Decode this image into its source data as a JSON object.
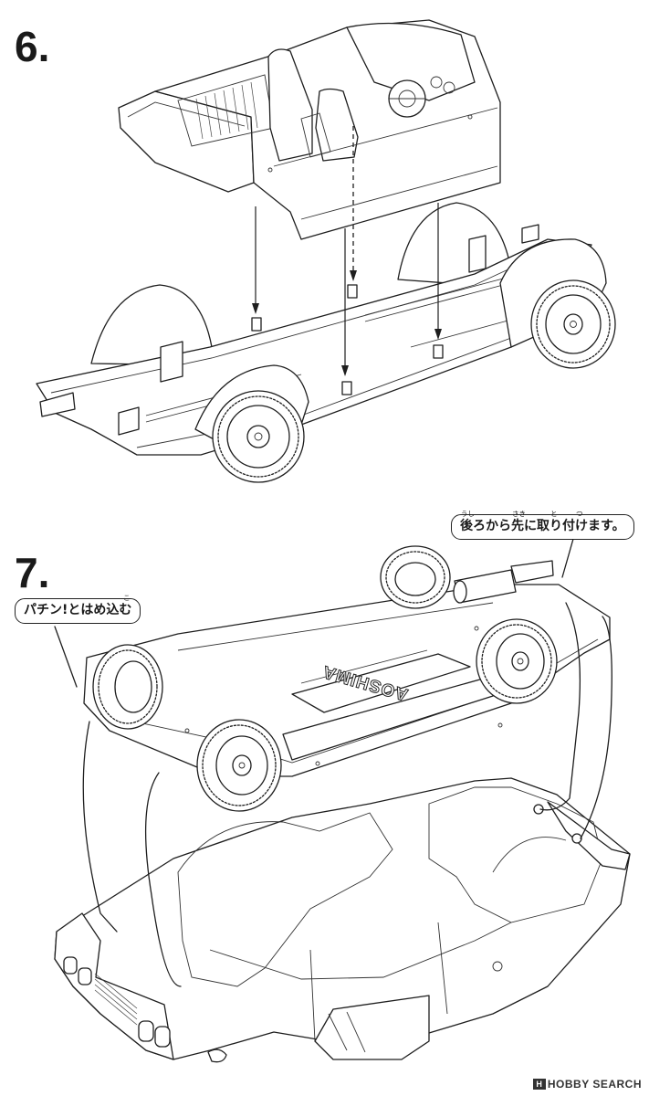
{
  "steps": {
    "step6": {
      "number": "6."
    },
    "step7": {
      "number": "7."
    }
  },
  "callouts": {
    "snap_in": "パチン!とはめ込む",
    "snap_in_ruby": "こ",
    "attach_order": "後ろから先に取り付けます。",
    "attach_order_ruby": {
      "ushi": "うし",
      "saki": "さき",
      "to": "と",
      "tsu": "つ"
    }
  },
  "chassis_stamp": "AOSHIMA",
  "watermark": {
    "badge": "H",
    "text": "HOBBY SEARCH"
  }
}
